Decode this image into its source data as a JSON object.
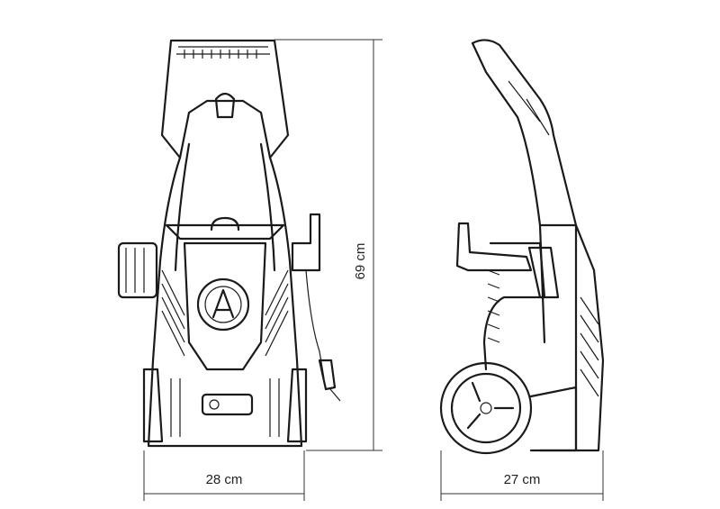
{
  "dimensions": {
    "height_label": "69 cm",
    "front_width_label": "28 cm",
    "side_depth_label": "27 cm"
  }
}
